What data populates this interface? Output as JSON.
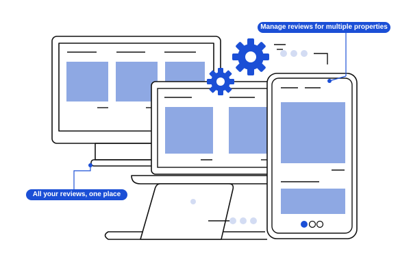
{
  "callouts": {
    "top": "Manage reviews for multiple properties",
    "bottom": "All your reviews, one place"
  },
  "colors": {
    "accent": "#1b4fd6",
    "placeholder": "#8ea8e3",
    "outline": "#111111",
    "dot": "#d3dcf3",
    "background": "#ffffff"
  },
  "icons": [
    "gear-icon",
    "gear-icon-small",
    "carousel-dots"
  ]
}
